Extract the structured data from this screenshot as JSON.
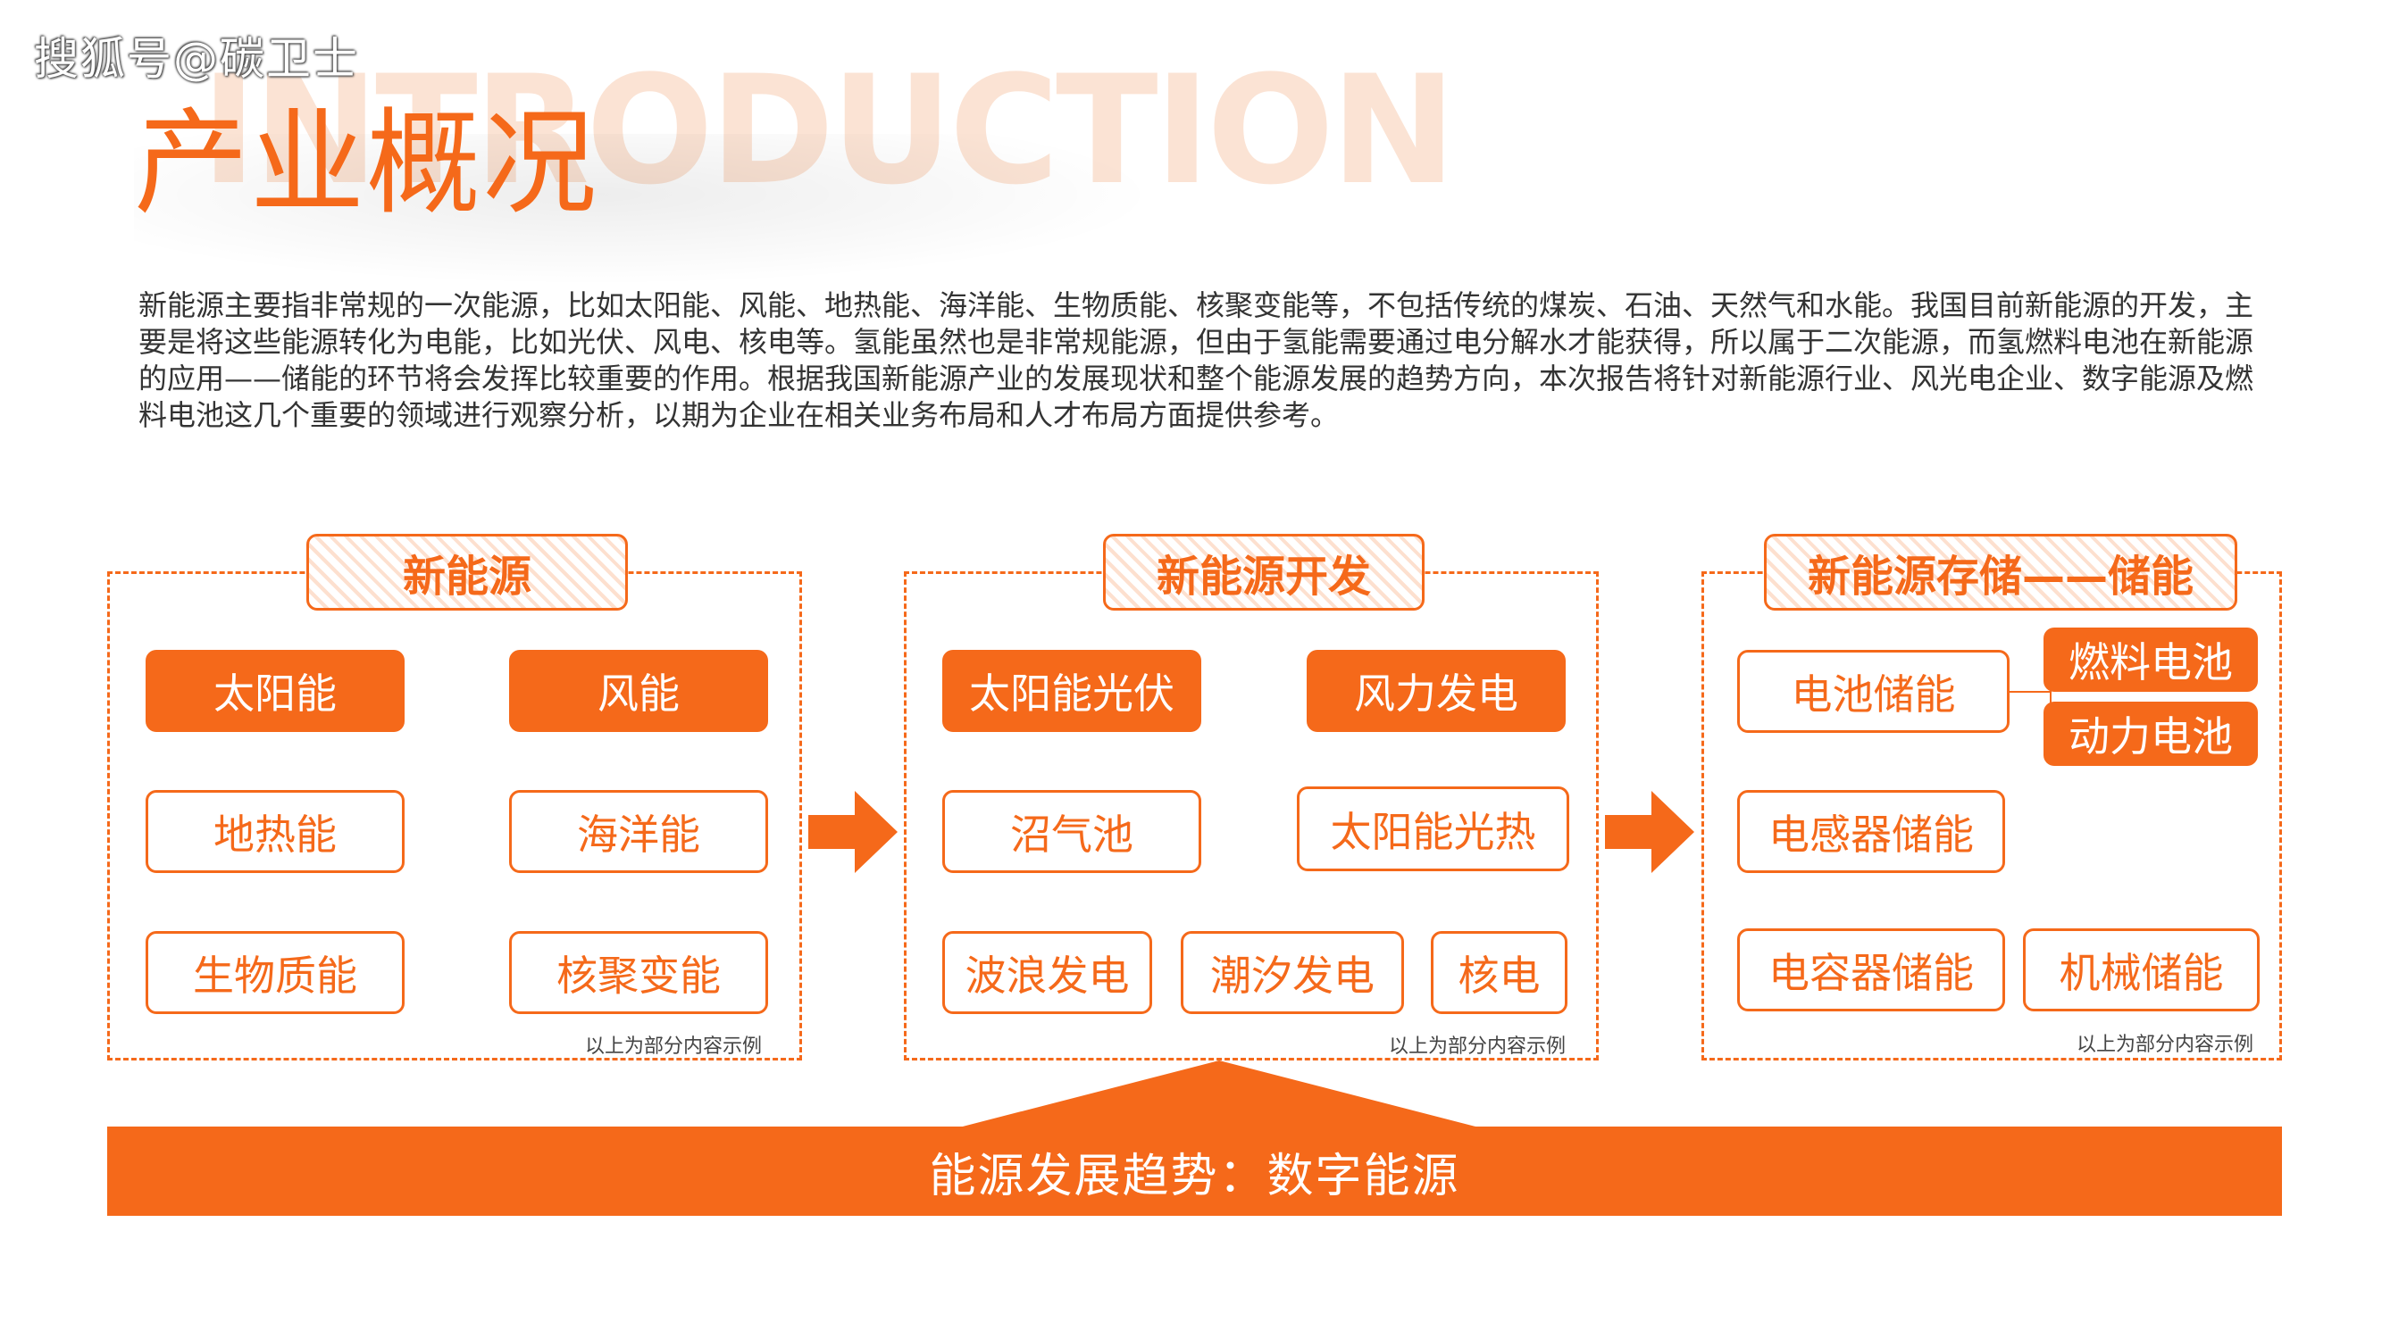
{
  "watermark": "搜狐号@碳卫士",
  "background_word": "INTRODUCTION",
  "title": "产业概况",
  "intro": "新能源主要指非常规的一次能源，比如太阳能、风能、地热能、海洋能、生物质能、核聚变能等，不包括传统的煤炭、石油、天然气和水能。我国目前新能源的开发，主要是将这些能源转化为电能，比如光伏、风电、核电等。氢能虽然也是非常规能源，但由于氢能需要通过电分解水才能获得，所以属于二次能源，而氢燃料电池在新能源的应用——储能的环节将会发挥比较重要的作用。根据我国新能源产业的发展现状和整个能源发展的趋势方向，本次报告将针对新能源行业、风光电企业、数字能源及燃料电池这几个重要的领域进行观察分析，以期为企业在相关业务布局和人才布局方面提供参考。",
  "panels": [
    {
      "title": "新能源",
      "items": [
        "太阳能",
        "风能",
        "地热能",
        "海洋能",
        "生物质能",
        "核聚变能"
      ],
      "note": "以上为部分内容示例"
    },
    {
      "title": "新能源开发",
      "items": [
        "太阳能光伏",
        "风力发电",
        "沼气池",
        "太阳能光热",
        "波浪发电",
        "潮汐发电",
        "核电"
      ],
      "note": "以上为部分内容示例"
    },
    {
      "title": "新能源存储——储能",
      "items": [
        "电池储能",
        "燃料电池",
        "动力电池",
        "电感器储能",
        "电容器储能",
        "机械储能"
      ],
      "note": "以上为部分内容示例"
    }
  ],
  "trend": "能源发展趋势：数字能源",
  "colors": {
    "accent": "#f5691a",
    "accent_light": "#fde0cf",
    "text": "#333333"
  },
  "icons": [
    "arrow-right-icon",
    "arrow-right-icon",
    "triangle-up-icon"
  ]
}
